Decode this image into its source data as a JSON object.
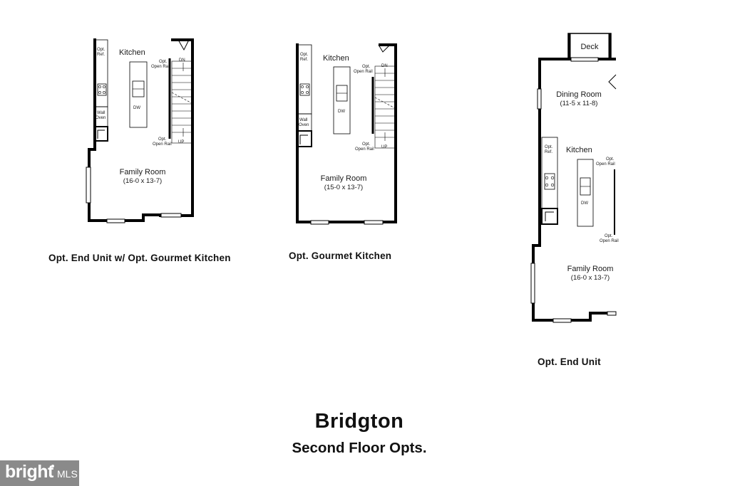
{
  "plans": [
    {
      "caption": "Opt. End Unit w/ Opt. Gourmet Kitchen",
      "rooms": [
        {
          "name": "Kitchen"
        },
        {
          "name": "Family Room",
          "size": "(16-0 x 13-7)"
        }
      ],
      "labels": {
        "opt_ref": [
          "Opt.",
          "Ref."
        ],
        "wall_oven": [
          "Wall",
          "Oven"
        ],
        "dw": "DW",
        "open_rail_top": [
          "Opt.",
          "Open Rail"
        ],
        "open_rail_bottom": [
          "Opt.",
          "Open Rail"
        ],
        "dn": "DN",
        "up": "UP"
      }
    },
    {
      "caption": "Opt. Gourmet Kitchen",
      "rooms": [
        {
          "name": "Kitchen"
        },
        {
          "name": "Family Room",
          "size": "(15-0 x 13-7)"
        }
      ],
      "labels": {
        "opt_ref": [
          "Opt.",
          "Ref."
        ],
        "wall_oven": [
          "Wall",
          "Oven"
        ],
        "dw": "DW",
        "open_rail_top": [
          "Opt.",
          "Open Rail"
        ],
        "open_rail_bottom": [
          "Opt.",
          "Open Rail"
        ],
        "dn": "DN",
        "up": "UP"
      }
    },
    {
      "caption": "Opt. End Unit",
      "rooms": [
        {
          "name": "Deck"
        },
        {
          "name": "Dining Room",
          "size": "(11-5 x 11-8)"
        },
        {
          "name": "Kitchen"
        },
        {
          "name": "Family Room",
          "size": "(16-0 x 13-7)"
        }
      ],
      "labels": {
        "opt_ref": [
          "Opt.",
          "Ref."
        ],
        "dw": "DW",
        "open_rail_top": [
          "Opt.",
          "Open Rail"
        ],
        "open_rail_bottom": [
          "Opt.",
          "Open Rail"
        ]
      }
    }
  ],
  "title": "Bridgton",
  "subtitle": "Second Floor Opts.",
  "logo": {
    "brand": "bright",
    "suffix": "MLS"
  }
}
